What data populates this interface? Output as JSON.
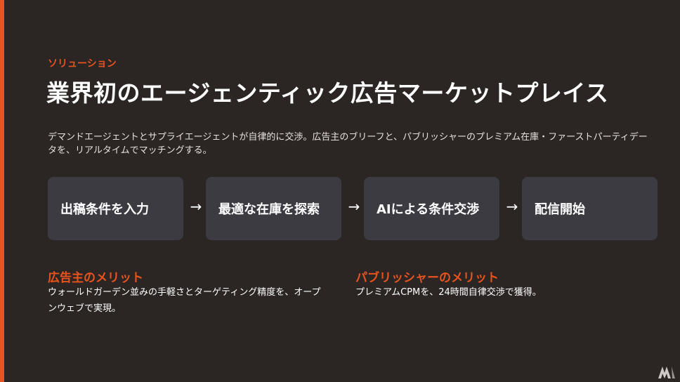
{
  "eyebrow": "ソリューション",
  "title": "業界初のエージェンティック広告マーケットプレイス",
  "description": "デマンドエージェントとサプライエージェントが自律的に交渉。広告主のブリーフと、パブリッシャーのプレミアム在庫・ファーストパーティデータを、リアルタイムでマッチングする。",
  "flow": {
    "steps": [
      "出稿条件を入力",
      "最適な在庫を探索",
      "AIによる条件交渉",
      "配信開始"
    ],
    "arrow": "→"
  },
  "advertiser": {
    "title": "広告主のメリット",
    "text": "ウォールドガーデン並みの手軽さとターゲティング精度を、オープンウェブで実現。"
  },
  "publisher": {
    "title": "パブリッシャーのメリット",
    "text": "プレミアムCPMを、24時間自律交渉で獲得。"
  },
  "colors": {
    "background": "#2b2624",
    "accent": "#e8531e",
    "card": "#3c3b42"
  },
  "icons": {
    "logo": "media-logo-icon"
  }
}
